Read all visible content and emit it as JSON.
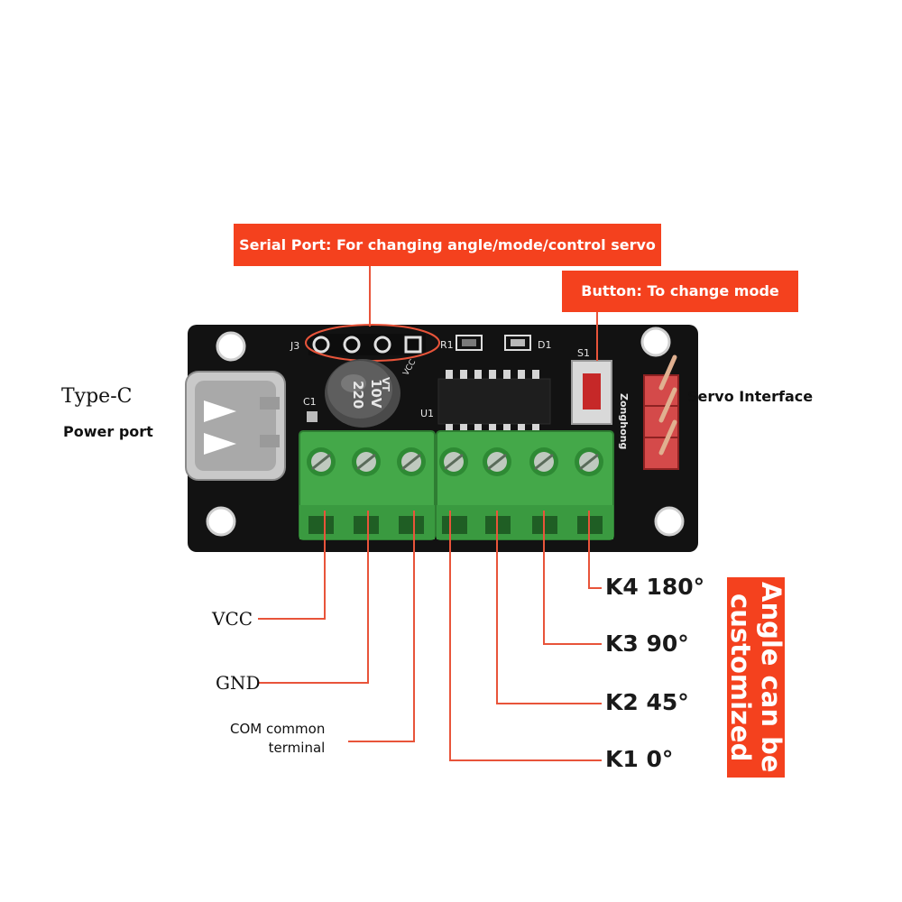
{
  "callouts": {
    "serial": "Serial Port: For changing angle/mode/control servo",
    "button": "Button: To change mode",
    "angle_note": "Angle can be customized"
  },
  "labels": {
    "type_c": "Type-C",
    "power_port": "Power port",
    "servo_interface": "Servo Interface",
    "vcc": "VCC",
    "gnd": "GND",
    "com_line1": "COM common",
    "com_line2": "terminal",
    "k1": "K1 0°",
    "k2": "K2 45°",
    "k3": "K3 90°",
    "k4": "K4 180°"
  },
  "silkscreen": {
    "j3": "J3",
    "r1": "R1",
    "d1": "D1",
    "s1": "S1",
    "c1": "C1",
    "u1": "U1",
    "vcc": "VCC",
    "cap_value": "220",
    "cap_voltage": "10V",
    "cap_mark": "VT",
    "brand": "Zonghong"
  },
  "colors": {
    "callout": "#f4411e",
    "pcb": "#121212",
    "terminal": "#44a849",
    "leader": "#e8543a"
  }
}
